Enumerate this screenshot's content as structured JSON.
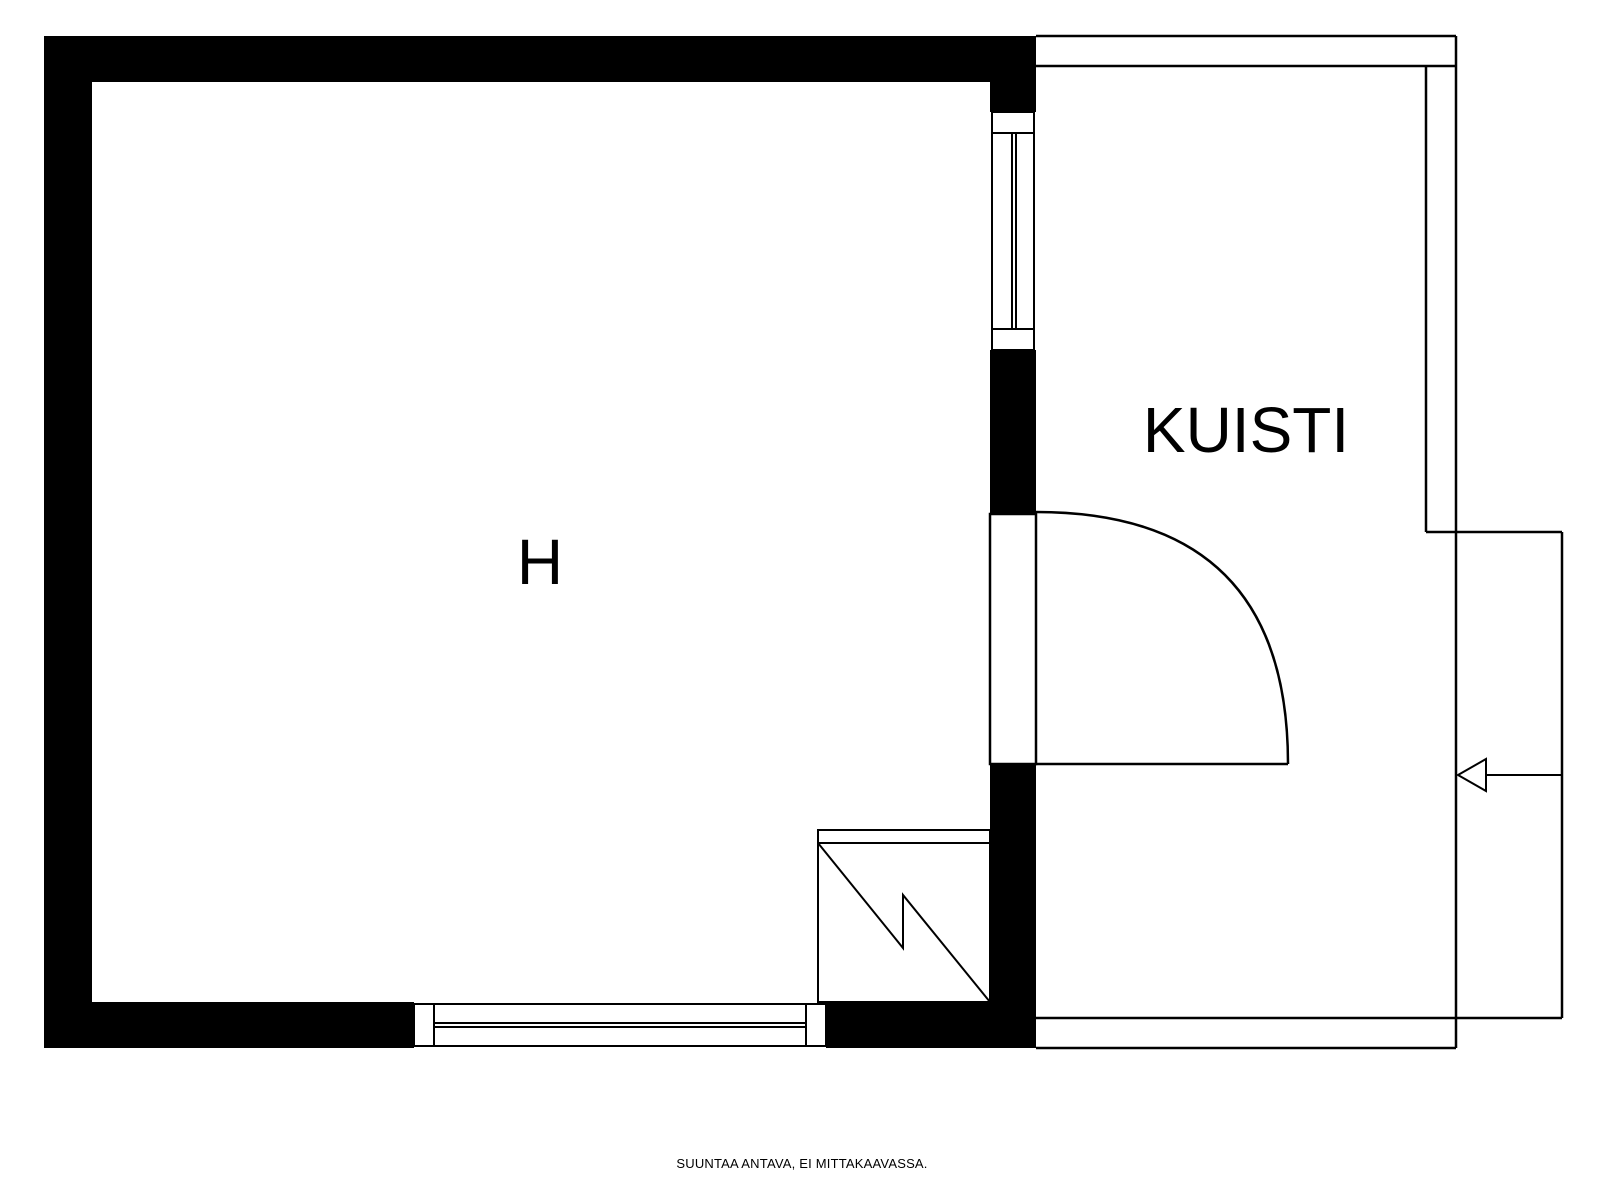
{
  "rooms": {
    "main_room": "H",
    "porch": "KUISTI"
  },
  "footer": {
    "note": "SUUNTAA ANTAVA, EI MITTAKAAVASSA."
  },
  "colors": {
    "wall": "#000000",
    "background": "#ffffff",
    "line": "#000000"
  },
  "icons": {
    "entrance": "entrance-arrow-icon",
    "fireplace": "fireplace-icon"
  }
}
